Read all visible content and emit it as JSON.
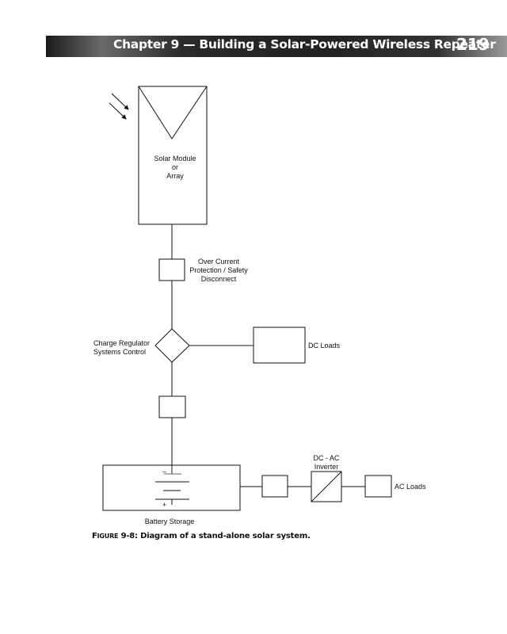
{
  "header": {
    "chapter_title": "Chapter 9 — Building a Solar-Powered  Wireless Repeater",
    "page_number": "219"
  },
  "diagram": {
    "solar_module": {
      "line1": "Solar Module",
      "line2": "or",
      "line3": "Array"
    },
    "over_current": {
      "line1": "Over Current",
      "line2": "Protection / Safety",
      "line3": "Disconnect"
    },
    "charge_regulator": {
      "line1": "Charge Regulator",
      "line2": "Systems Control"
    },
    "dc_loads": "DC Loads",
    "battery": {
      "label": "Battery  Storage",
      "minus": "–",
      "plus": "+"
    },
    "inverter": {
      "line1": "DC - AC",
      "line2": "Inverter"
    },
    "ac_loads": "AC Loads"
  },
  "caption": {
    "figure_prefix_big": "F",
    "figure_prefix_small": "IGURE",
    "figure_number": " 9-8: ",
    "text": "Diagram of a stand-alone solar system."
  }
}
